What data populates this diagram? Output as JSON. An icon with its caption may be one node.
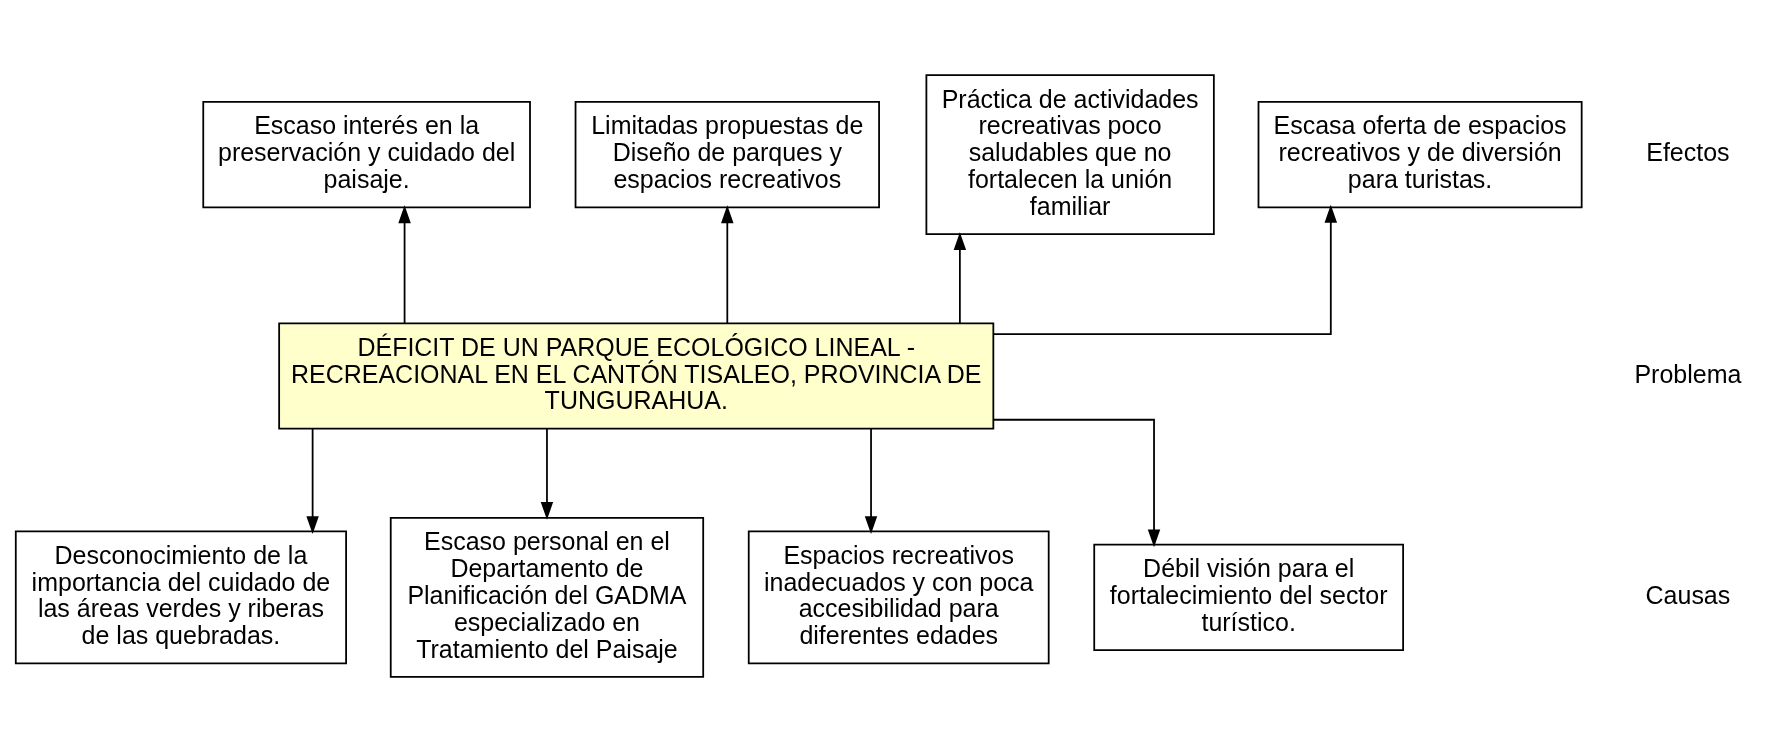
{
  "diagram": {
    "nodes": [
      {
        "text": [
          "Escaso interés en la preservación y cuidado del paisaje."
        ]
      },
      {
        "text": [
          "Limitadas propuestas de Diseño de parques y espacios recreativos"
        ]
      },
      {
        "text": [
          "Práctica de actividades recreativas poco saludables que no fortalecen la unión familiar"
        ]
      },
      {
        "text": [
          "Escasa oferta de espacios recreativos y de diversión para turistas."
        ]
      },
      {
        "text": [
          "DÉFICIT DE UN PARQUE ECOLÓGICO LINEAL - RECREACIONAL EN EL CANTÓN TISALEO, PROVINCIA DE TUNGURAHUA."
        ]
      },
      {
        "text": [
          "Desconocimiento de la importancia del cuidado de las áreas verdes y riberas de las quebradas."
        ]
      },
      {
        "text": [
          "Escaso personal en el Departamento de Planificación del GADMA especializado en Tratamiento del Paisaje"
        ]
      },
      {
        "text": [
          "Espacios recreativos inadecuados y con poca accesibilidad para diferentes edades"
        ]
      },
      {
        "text": [
          "Débil visión para el fortalecimiento del sector turístico."
        ]
      }
    ],
    "edges": [
      {
        "from": 4,
        "to": 0,
        "arrow": "to"
      },
      {
        "from": 4,
        "to": 1,
        "arrow": "to"
      },
      {
        "from": 4,
        "to": 2,
        "arrow": "to"
      },
      {
        "from": 4,
        "to": 3,
        "arrow": "to"
      },
      {
        "from": 4,
        "to": 5,
        "arrow": "to"
      },
      {
        "from": 4,
        "to": 6,
        "arrow": "to"
      },
      {
        "from": 4,
        "to": 7,
        "arrow": "to"
      },
      {
        "from": 4,
        "to": 8,
        "arrow": "to"
      }
    ],
    "labels": [
      "Efectos",
      "Problema",
      "Causas"
    ]
  }
}
